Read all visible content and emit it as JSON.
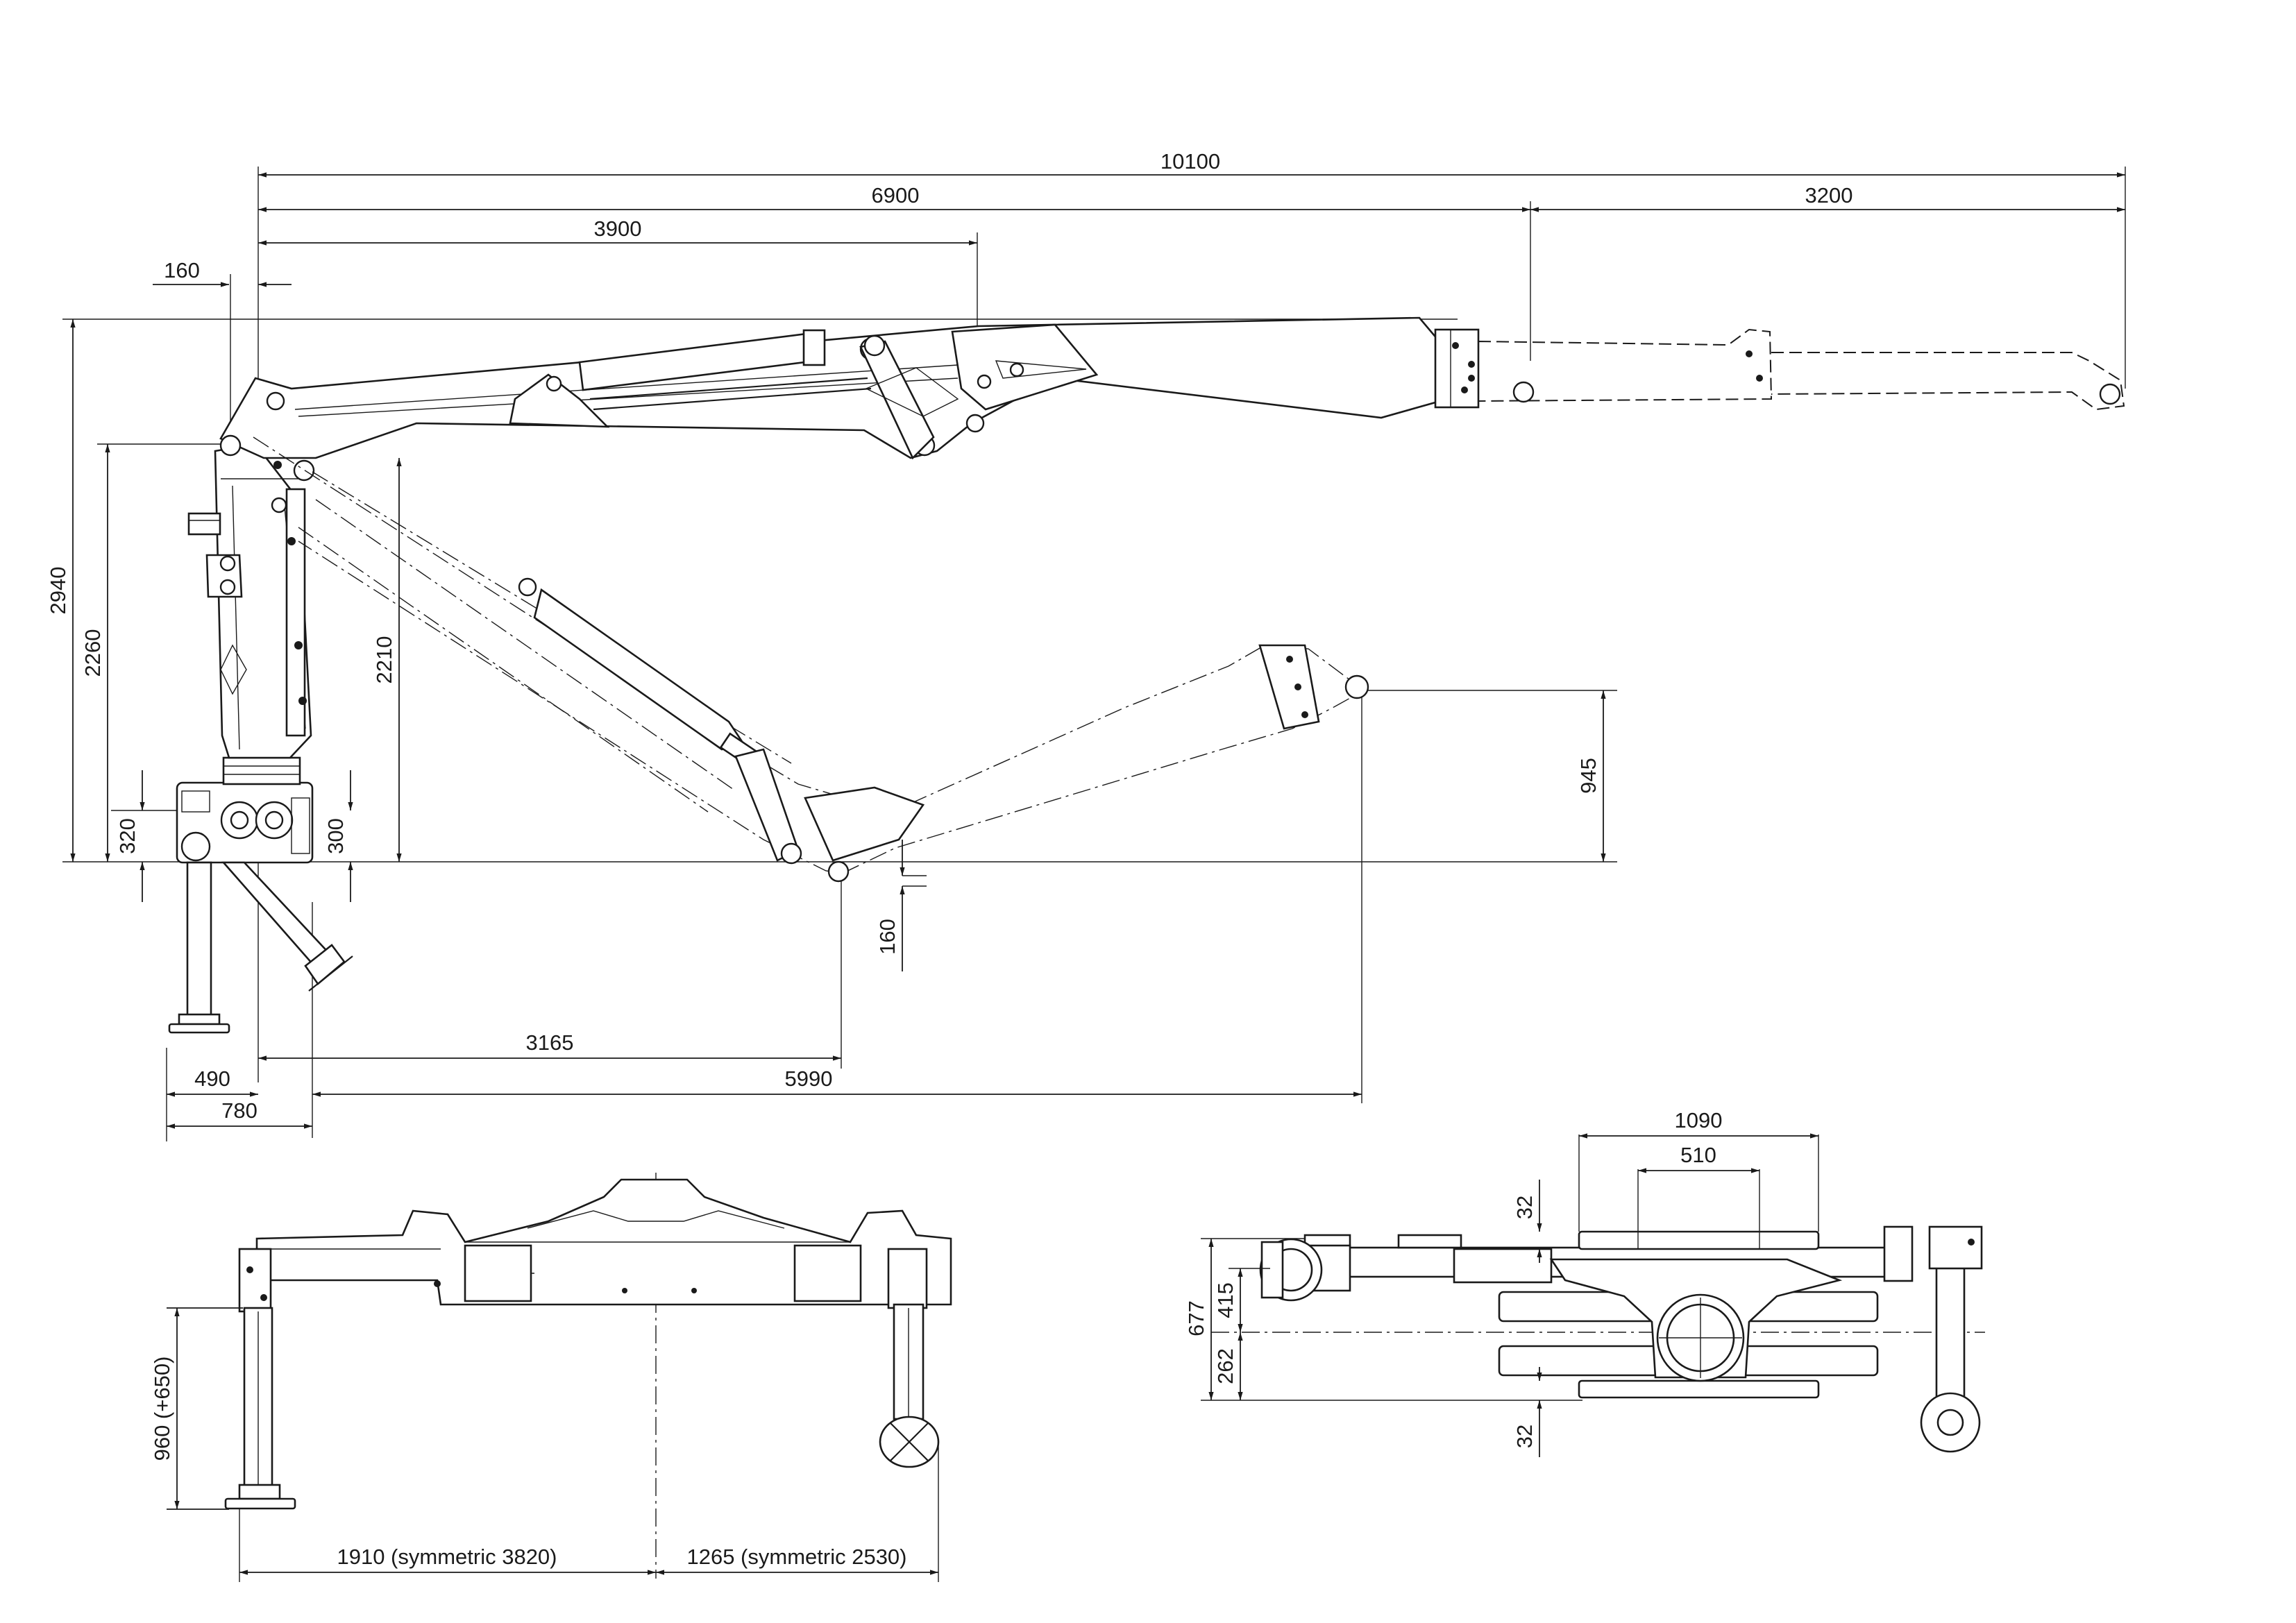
{
  "dimensions": {
    "side_view": {
      "reach_total": "10100",
      "reach_main": "6900",
      "reach_extension": "3200",
      "reach_inner": "3900",
      "column_offset": "160",
      "height_total": "2940",
      "height_pivot": "2260",
      "height_lower_pivot": "2210",
      "height_base": "320",
      "height_foot": "300",
      "hook_drop": "945",
      "tip_drop": "160",
      "folded_reach": "3165",
      "reach_lowered": "5990",
      "leg_offset": "490",
      "base_width": "780"
    },
    "front_view": {
      "leg_extension": "960 (+650)",
      "span_left": "1910 (symmetric 3820)",
      "span_right": "1265 (symmetric 2530)"
    },
    "top_view": {
      "width_outer": "1090",
      "width_inner": "510",
      "gap_top": "32",
      "gap_bottom": "32",
      "depth_total": "677",
      "depth_upper": "415",
      "depth_lower": "262"
    }
  }
}
